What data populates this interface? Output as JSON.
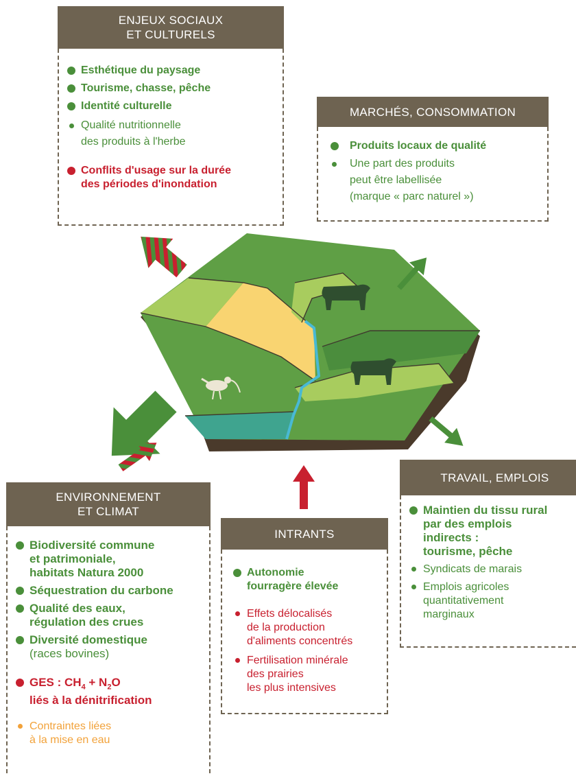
{
  "boxes": {
    "social": {
      "title_line1": "ENJEUX SOCIAUX",
      "title_line2": "ET CULTURELS",
      "items": [
        {
          "text": "Esthétique du paysage"
        },
        {
          "text": "Tourisme, chasse, pêche"
        },
        {
          "text": "Identité culturelle"
        },
        {
          "line1": "Qualité nutritionnelle",
          "line2": "des produits à l'herbe"
        },
        {
          "line1": "Conflits d'usage sur la durée",
          "line2": "des périodes d'inondation"
        }
      ]
    },
    "markets": {
      "title": "MARCHÉS, CONSOMMATION",
      "items": [
        {
          "text": "Produits locaux de qualité"
        },
        {
          "line1": "Une part des produits",
          "line2": "peut être labellisée",
          "line3": "(marque « parc naturel »)"
        }
      ]
    },
    "work": {
      "title": "TRAVAIL, EMPLOIS",
      "items": [
        {
          "line1": "Maintien du tissu rural",
          "line2": "par des emplois",
          "line3": "indirects :",
          "line4": "tourisme, pêche"
        },
        {
          "text": "Syndicats de marais"
        },
        {
          "line1": "Emplois agricoles",
          "line2": "quantitativement",
          "line3": "marginaux"
        }
      ]
    },
    "inputs": {
      "title": "INTRANTS",
      "items": [
        {
          "line1": "Autonomie",
          "line2": "fourragère élevée"
        },
        {
          "line1": "Effets délocalisés",
          "line2": "de la production",
          "line3": "d'aliments concentrés"
        },
        {
          "line1": "Fertilisation minérale",
          "line2": "des prairies",
          "line3": "les plus intensives"
        }
      ]
    },
    "environment": {
      "title_line1": "ENVIRONNEMENT",
      "title_line2": "ET CLIMAT",
      "items": [
        {
          "line1": "Biodiversité commune",
          "line2": "et patrimoniale,",
          "line3": "habitats Natura 2000"
        },
        {
          "text": "Séquestration du carbone"
        },
        {
          "line1": "Qualité des eaux,",
          "line2": "régulation des crues"
        },
        {
          "line1": "Diversité domestique",
          "line2": "(races bovines)"
        },
        {
          "ges": "GES : CH",
          "sub4": "4",
          "plus": " + N",
          "sub2": "2",
          "o": "O",
          "line2": "liés à la dénitrification"
        },
        {
          "line1": "Contraintes liées",
          "line2": "à la mise en eau"
        }
      ]
    }
  },
  "colors": {
    "header_bg": "#6e6351",
    "positive": "#4a8f3a",
    "negative": "#c8202f",
    "constraint": "#f2a23a",
    "arrow_green": "#4a8f3a",
    "arrow_red": "#c8202f"
  },
  "icons": [
    "cow-icon",
    "curlew-bird-icon"
  ]
}
